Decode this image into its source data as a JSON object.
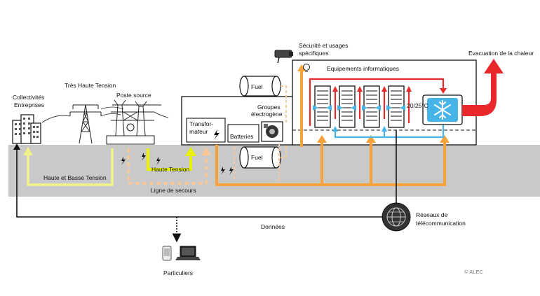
{
  "labels": {
    "collectivites": "Collectivités",
    "entreprises": "Entreprises",
    "tres_haute_tension": "Très Haute Tension",
    "poste_source": "Poste source",
    "haute_basse_tension": "Haute et Basse Tension",
    "haute_tension": "Haute Tension",
    "ligne_secours": "Ligne de secours",
    "transformateur_1": "Transfor-",
    "transformateur_2": "mateur",
    "batteries": "Batteries",
    "fuel_top": "Fuel",
    "fuel_bottom": "Fuel",
    "groupes_1": "Groupes",
    "groupes_2": "électrogène",
    "securite_1": "Sécurité et usages",
    "securite_2": "spécifiques",
    "equipements": "Equipements informatiques",
    "temperature": "20/25°C",
    "evacuation": "Evacuation de la chaleur",
    "reseaux_1": "Réseaux de",
    "reseaux_2": "télécommunication",
    "donnees": "Données",
    "particuliers": "Particuliers",
    "copyright": "© ALEC"
  },
  "colors": {
    "ground": "#c9c9c9",
    "yellow": "#f2f28a",
    "yellow_bright": "#e8f200",
    "orange": "#f7a23a",
    "orange_light": "#f9c898",
    "red": "#e8282a",
    "blue": "#46b4e6",
    "line": "#111111"
  }
}
